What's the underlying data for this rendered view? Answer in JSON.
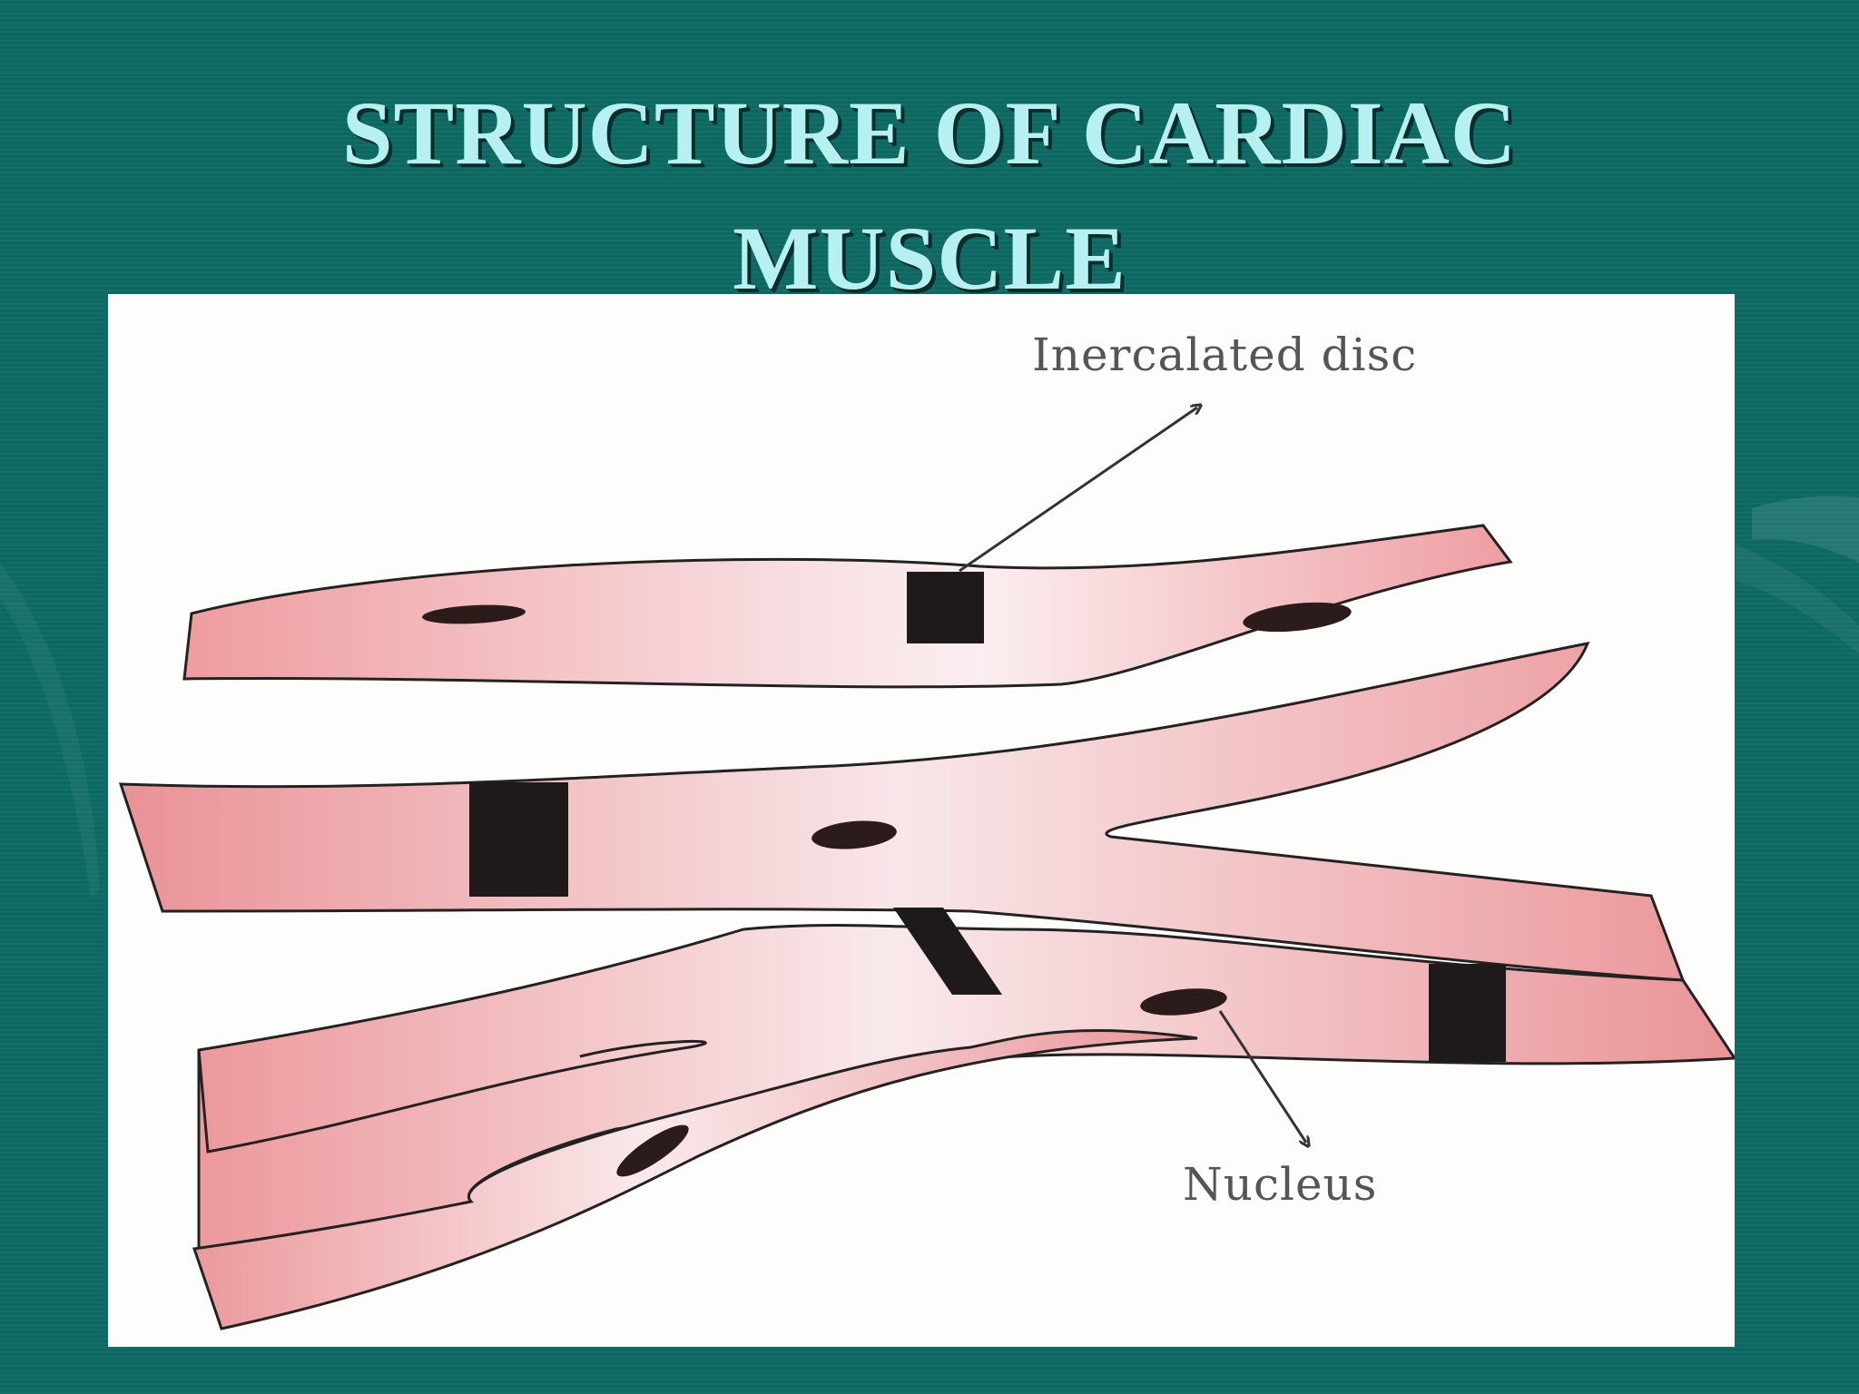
{
  "slide": {
    "title_line1": "STRUCTURE OF CARDIAC",
    "title_line2": "MUSCLE"
  },
  "diagram": {
    "labels": {
      "intercalated_disc": "Inercalated disc",
      "nucleus": "Nucleus"
    }
  },
  "colors": {
    "background": "#0d6b63",
    "title": "#b6f0f0",
    "fiber_pink": "#ec9a9a",
    "disc": "#1e1a1a"
  }
}
